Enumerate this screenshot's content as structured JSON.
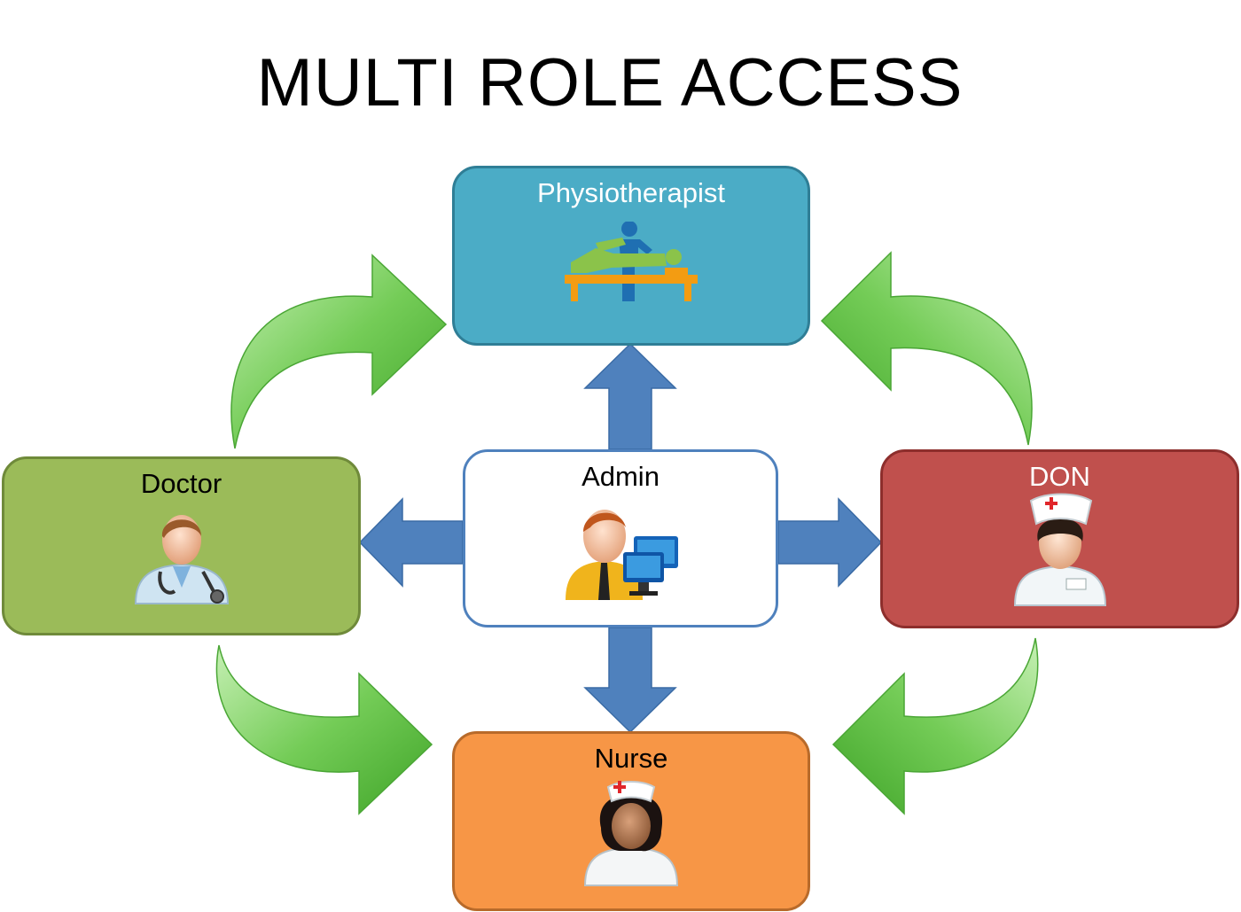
{
  "title": "MULTI ROLE ACCESS",
  "nodes": {
    "physiotherapist": {
      "label": "Physiotherapist",
      "icon": "physiotherapy-icon",
      "color": "#4bacc6"
    },
    "admin": {
      "label": "Admin",
      "icon": "admin-computer-icon",
      "color": "#ffffff"
    },
    "doctor": {
      "label": "Doctor",
      "icon": "doctor-icon",
      "color": "#9bbb59"
    },
    "don": {
      "label": "DON",
      "icon": "head-nurse-icon",
      "color": "#c0504d"
    },
    "nurse": {
      "label": "Nurse",
      "icon": "nurse-icon",
      "color": "#f79646"
    }
  },
  "edges": [
    {
      "from": "admin",
      "to": "physiotherapist",
      "style": "blue-arrow"
    },
    {
      "from": "admin",
      "to": "doctor",
      "style": "blue-arrow"
    },
    {
      "from": "admin",
      "to": "don",
      "style": "blue-arrow"
    },
    {
      "from": "admin",
      "to": "nurse",
      "style": "blue-arrow"
    },
    {
      "from": "doctor",
      "to": "physiotherapist",
      "style": "green-curved-arrow"
    },
    {
      "from": "don",
      "to": "physiotherapist",
      "style": "green-curved-arrow"
    },
    {
      "from": "doctor",
      "to": "nurse",
      "style": "green-curved-arrow"
    },
    {
      "from": "don",
      "to": "nurse",
      "style": "green-curved-arrow"
    }
  ],
  "colors": {
    "blue_arrow": "#4f81bd",
    "green_arrow": "#59b83e"
  }
}
